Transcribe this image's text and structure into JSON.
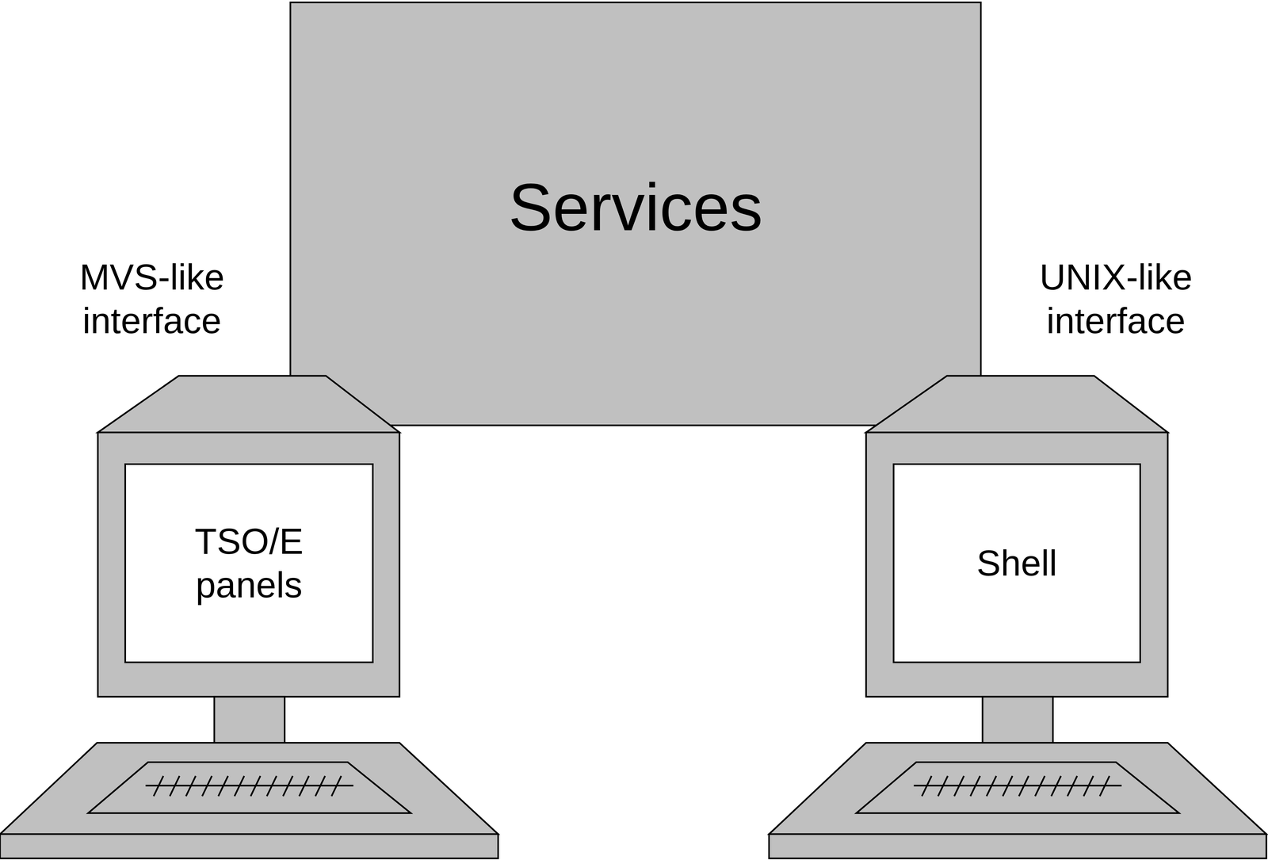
{
  "diagram": {
    "nodes": [
      {
        "text": [
          "Services"
        ]
      },
      {
        "text": [
          "TSO/E panels"
        ]
      },
      {
        "text": [
          "Shell"
        ]
      }
    ],
    "labels": [
      "MVS-like interface",
      "UNIX-like interface"
    ]
  }
}
